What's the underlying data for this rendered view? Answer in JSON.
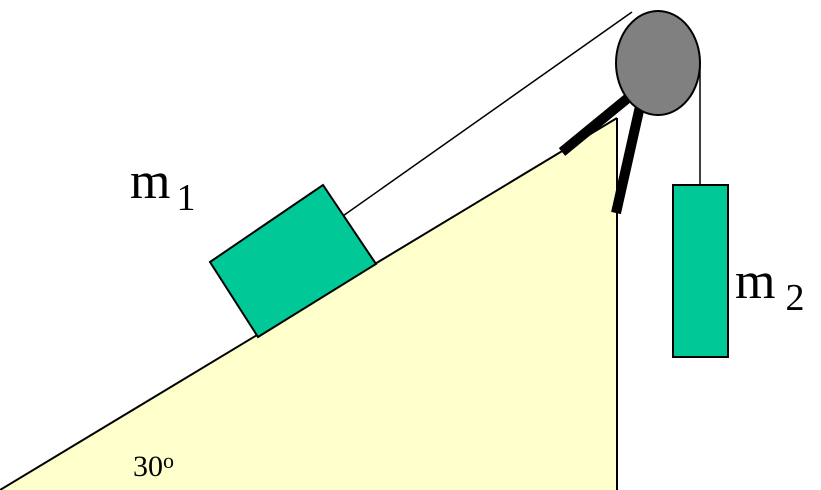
{
  "labels": {
    "mass1": "m",
    "mass1_sub": "1",
    "mass2": "m",
    "mass2_sub": "2",
    "angle": "30",
    "angle_sup": "o"
  },
  "colors": {
    "incline_fill": "#ffffcc",
    "block_fill": "#00c896",
    "pulley_fill": "#808080",
    "line": "#000000"
  }
}
